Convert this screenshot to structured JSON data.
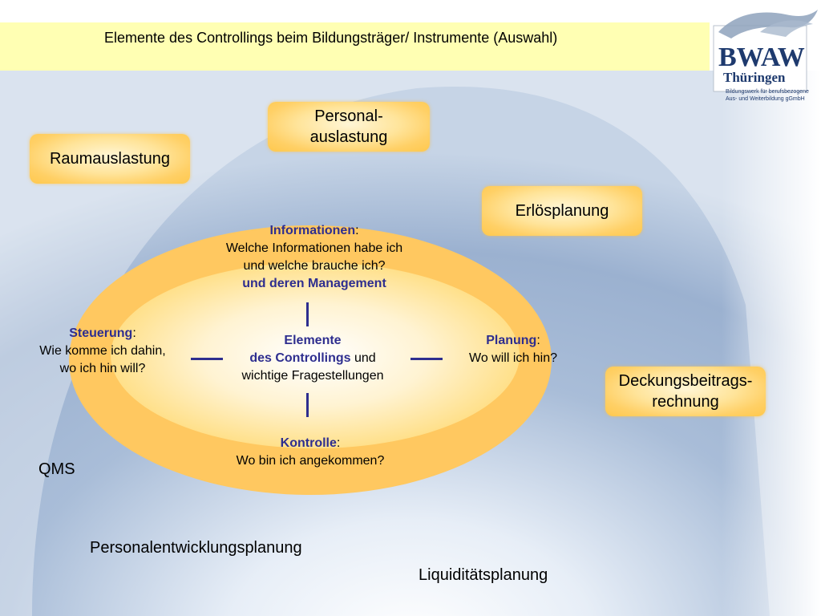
{
  "header": {
    "title": "Elemente des Controllings beim Bildungsträger/ Instrumente (Auswahl)"
  },
  "logo": {
    "name": "BWAW",
    "region": "Thüringen",
    "subtitle_line1": "Bildungswerk für berufsbezogene",
    "subtitle_line2": "Aus- und Weiterbildung gGmbH"
  },
  "instruments": {
    "raumauslastung": "Raumauslastung",
    "personalauslastung_line1": "Personal-",
    "personalauslastung_line2": "auslastung",
    "erloesplanung": "Erlösplanung",
    "deckungsbeitrag_line1": "Deckungsbeitrags-",
    "deckungsbeitrag_line2": "rechnung",
    "qms": "QMS",
    "personalentwicklung": "Personalentwicklungsplanung",
    "liquiditaet": "Liquiditätsplanung"
  },
  "ellipse": {
    "informationen": {
      "heading": "Informationen",
      "colon": ":",
      "line1": "Welche Informationen habe ich",
      "line2": "und welche brauche ich?",
      "line3": "und deren Management"
    },
    "steuerung": {
      "heading": "Steuerung",
      "colon": ":",
      "line1": "Wie komme ich dahin,",
      "line2": "wo ich hin will?"
    },
    "planung": {
      "heading": "Planung",
      "colon": ":",
      "line1": "Wo will ich hin?"
    },
    "kontrolle": {
      "heading": "Kontrolle",
      "colon": ":",
      "line1": "Wo bin ich angekommen?"
    },
    "center": {
      "line1": "Elemente",
      "line2_bold": "des Controllings",
      "line2_rest": " und",
      "line3": "wichtige Fragestellungen"
    }
  },
  "colors": {
    "title_bar": "#ffffb3",
    "ring": "#ffc860",
    "heading_blue": "#2e2e8f",
    "logo_blue": "#1e3a6e"
  }
}
